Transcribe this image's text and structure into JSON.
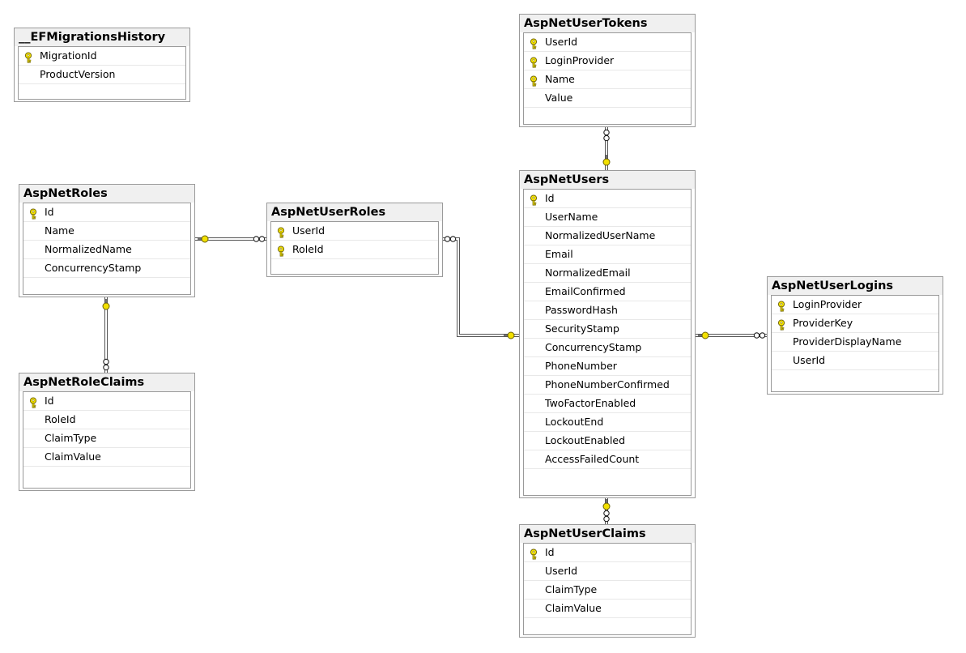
{
  "tables": [
    {
      "id": "efmig",
      "title": "__EFMigrationsHistory",
      "columns": [
        {
          "name": "MigrationId",
          "pk": true
        },
        {
          "name": "ProductVersion",
          "pk": false
        }
      ]
    },
    {
      "id": "usertokens",
      "title": "AspNetUserTokens",
      "columns": [
        {
          "name": "UserId",
          "pk": true
        },
        {
          "name": "LoginProvider",
          "pk": true
        },
        {
          "name": "Name",
          "pk": true
        },
        {
          "name": "Value",
          "pk": false
        }
      ]
    },
    {
      "id": "roles",
      "title": "AspNetRoles",
      "columns": [
        {
          "name": "Id",
          "pk": true
        },
        {
          "name": "Name",
          "pk": false
        },
        {
          "name": "NormalizedName",
          "pk": false
        },
        {
          "name": "ConcurrencyStamp",
          "pk": false
        }
      ]
    },
    {
      "id": "userroles",
      "title": "AspNetUserRoles",
      "columns": [
        {
          "name": "UserId",
          "pk": true
        },
        {
          "name": "RoleId",
          "pk": true
        }
      ]
    },
    {
      "id": "users",
      "title": "AspNetUsers",
      "columns": [
        {
          "name": "Id",
          "pk": true
        },
        {
          "name": "UserName",
          "pk": false
        },
        {
          "name": "NormalizedUserName",
          "pk": false
        },
        {
          "name": "Email",
          "pk": false
        },
        {
          "name": "NormalizedEmail",
          "pk": false
        },
        {
          "name": "EmailConfirmed",
          "pk": false
        },
        {
          "name": "PasswordHash",
          "pk": false
        },
        {
          "name": "SecurityStamp",
          "pk": false
        },
        {
          "name": "ConcurrencyStamp",
          "pk": false
        },
        {
          "name": "PhoneNumber",
          "pk": false
        },
        {
          "name": "PhoneNumberConfirmed",
          "pk": false
        },
        {
          "name": "TwoFactorEnabled",
          "pk": false
        },
        {
          "name": "LockoutEnd",
          "pk": false
        },
        {
          "name": "LockoutEnabled",
          "pk": false
        },
        {
          "name": "AccessFailedCount",
          "pk": false
        }
      ]
    },
    {
      "id": "userlogins",
      "title": "AspNetUserLogins",
      "columns": [
        {
          "name": "LoginProvider",
          "pk": true
        },
        {
          "name": "ProviderKey",
          "pk": true
        },
        {
          "name": "ProviderDisplayName",
          "pk": false
        },
        {
          "name": "UserId",
          "pk": false
        }
      ]
    },
    {
      "id": "roleclaims",
      "title": "AspNetRoleClaims",
      "columns": [
        {
          "name": "Id",
          "pk": true
        },
        {
          "name": "RoleId",
          "pk": false
        },
        {
          "name": "ClaimType",
          "pk": false
        },
        {
          "name": "ClaimValue",
          "pk": false
        }
      ]
    },
    {
      "id": "userclaims",
      "title": "AspNetUserClaims",
      "columns": [
        {
          "name": "Id",
          "pk": true
        },
        {
          "name": "UserId",
          "pk": false
        },
        {
          "name": "ClaimType",
          "pk": false
        },
        {
          "name": "ClaimValue",
          "pk": false
        }
      ]
    }
  ],
  "relationships": [
    {
      "from": "usertokens",
      "to": "users"
    },
    {
      "from": "userroles",
      "to": "roles"
    },
    {
      "from": "userroles",
      "to": "users"
    },
    {
      "from": "userlogins",
      "to": "users"
    },
    {
      "from": "roleclaims",
      "to": "roles"
    },
    {
      "from": "userclaims",
      "to": "users"
    }
  ],
  "colors": {
    "key": "#f2e000",
    "line": "#555555",
    "border": "#9a9a9a",
    "header": "#f0f0f0"
  },
  "icons": {
    "primary_key": "key-icon",
    "many_end": "infinity-icon",
    "one_end": "key-icon"
  }
}
